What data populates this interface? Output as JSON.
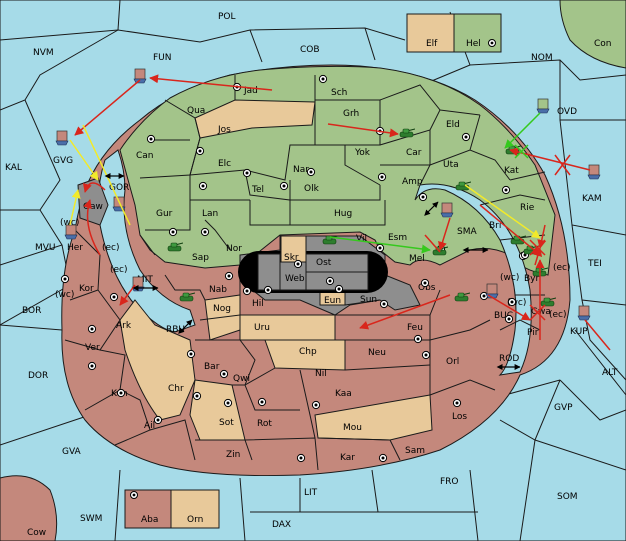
{
  "colors": {
    "sea": "#a6dbe8",
    "green_faction": "#a3c48a",
    "red_faction": "#c4887c",
    "neutral": "#e8c99a",
    "center": "#8e8e8e",
    "order_red": "#d9261c",
    "order_yellow": "#f2ea2a",
    "order_green": "#35c91d",
    "army_icon": "#2e7d2e"
  },
  "legend": {
    "top": [
      {
        "label": "Elf",
        "faction": "neutral"
      },
      {
        "label": "Hel",
        "faction": "green"
      }
    ],
    "bottom": [
      {
        "label": "Aba",
        "faction": "red"
      },
      {
        "label": "Orn",
        "faction": "neutral"
      }
    ]
  },
  "sea_regions": [
    "POL",
    "NVM",
    "FUN",
    "COB",
    "NOM",
    "Con",
    "OVD",
    "KAL",
    "GVG",
    "GOR",
    "KAM",
    "MVU",
    "SMA",
    "TEI",
    "MIT",
    "BOR",
    "RBU",
    "BUC",
    "KUP",
    "ALT",
    "ROD",
    "DOR",
    "GVP",
    "GVA",
    "FRO",
    "SOM",
    "LIT",
    "SWM",
    "DAX",
    "Cow"
  ],
  "green_regions": [
    "Jad",
    "Sch",
    "Qua",
    "Grh",
    "Eld",
    "Can",
    "Car",
    "Yok",
    "Nar",
    "Elc",
    "Tel",
    "Olk",
    "Uta",
    "Kat",
    "Amp",
    "Gur",
    "Lan",
    "Hug",
    "Esm",
    "Vil",
    "Nor",
    "Sap",
    "Mel",
    "Bri",
    "Rie",
    "Byn"
  ],
  "red_regions": [
    "Her",
    "Kor",
    "Ark",
    "Ver",
    "Ken",
    "Ail",
    "Hil",
    "Nab",
    "Zin",
    "Kar",
    "Sam",
    "Los",
    "Orl",
    "Feu",
    "Obs",
    "Neu",
    "Nil",
    "Kaa",
    "Rot",
    "Qwi",
    "Bar",
    "Pir",
    "Gwa"
  ],
  "neutral_regions": [
    "Jos",
    "Chr",
    "Sot",
    "Nog",
    "Uru",
    "Chp",
    "Mou"
  ],
  "center_regions": [
    "Skr",
    "Ost",
    "Web",
    "Eun",
    "Sun",
    "Gaw"
  ],
  "annotations": [
    "(wc)",
    "(ec)",
    "(ec)",
    "(wc)",
    "(wc)",
    "(ec)",
    "(ec)",
    "(wc)"
  ]
}
